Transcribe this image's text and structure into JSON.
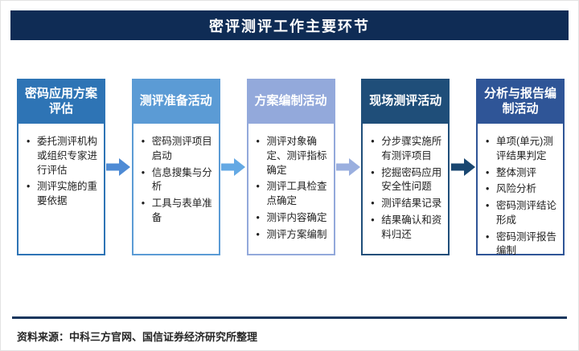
{
  "banner": {
    "title": "密评测评工作主要环节",
    "bg": "#0F2C55"
  },
  "flow": {
    "boxes": [
      {
        "header": "密码应用方案评估",
        "header_bg": "#2E74B5",
        "border": "#2E74B5",
        "bullets": [
          "委托测评机构或组织专家进行评估",
          "测评实施的重要依据"
        ]
      },
      {
        "header": "测评准备活动",
        "header_bg": "#5B9BD5",
        "border": "#5B9BD5",
        "bullets": [
          "密码测评项目启动",
          "信息搜集与分析",
          "工具与表单准备"
        ]
      },
      {
        "header": "方案编制活动",
        "header_bg": "#93A9DB",
        "border": "#93A9DB",
        "bullets": [
          "测评对象确定、测评指标确定",
          "测评工具检查点确定",
          "测评内容确定",
          "测评方案编制"
        ]
      },
      {
        "header": "现场测评活动",
        "header_bg": "#1F4E79",
        "border": "#1F4E79",
        "bullets": [
          "分步骤实施所有测评项目",
          "挖掘密码应用安全性问题",
          "测评结果记录",
          "结果确认和资料归还"
        ]
      },
      {
        "header": "分析与报告编制活动",
        "header_bg": "#2F5597",
        "border": "#2F5597",
        "bullets": [
          "单项(单元)测评结果判定",
          "整体测评",
          "风险分析",
          "密码测评结论形成",
          "密码测评报告编制"
        ]
      }
    ],
    "arrows": [
      {
        "color": "#4E8BD5"
      },
      {
        "color": "#64A9E4"
      },
      {
        "color": "#9AAFDF"
      },
      {
        "color": "#1A4771"
      }
    ]
  },
  "footer": {
    "divider_color": "#17365D",
    "source": "资料来源：中科三方官网、国信证券经济研究所整理"
  }
}
